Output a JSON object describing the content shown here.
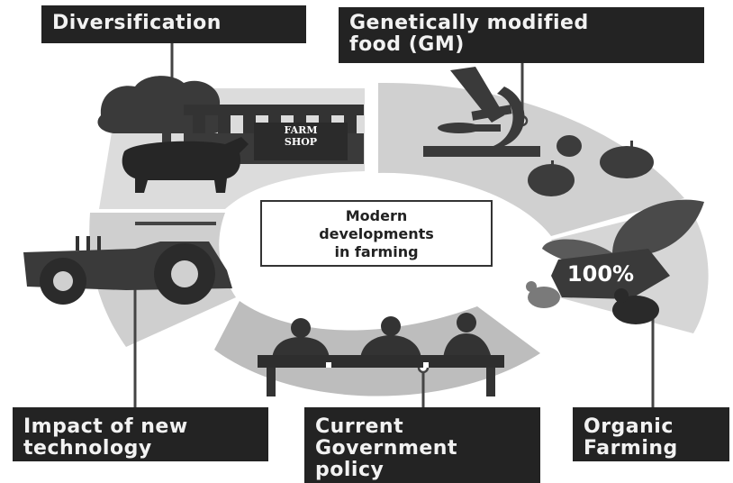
{
  "center_title": "Modern\ndevelopments\nin farming",
  "labels": {
    "diversification": "Diversification",
    "gm_food": "Genetically modified\nfood (GM)",
    "technology": "Impact of new\ntechnology",
    "government": "Current\nGovernment\npolicy",
    "organic": "Organic\nFarming"
  },
  "farm_shop_sign": "FARM\nSHOP",
  "organic_badge": "100%",
  "colors": {
    "label_bg": "#232323",
    "label_text": "#f2f2f2",
    "ring": "#c9c9c9",
    "illustration": "#3a3a3a"
  }
}
